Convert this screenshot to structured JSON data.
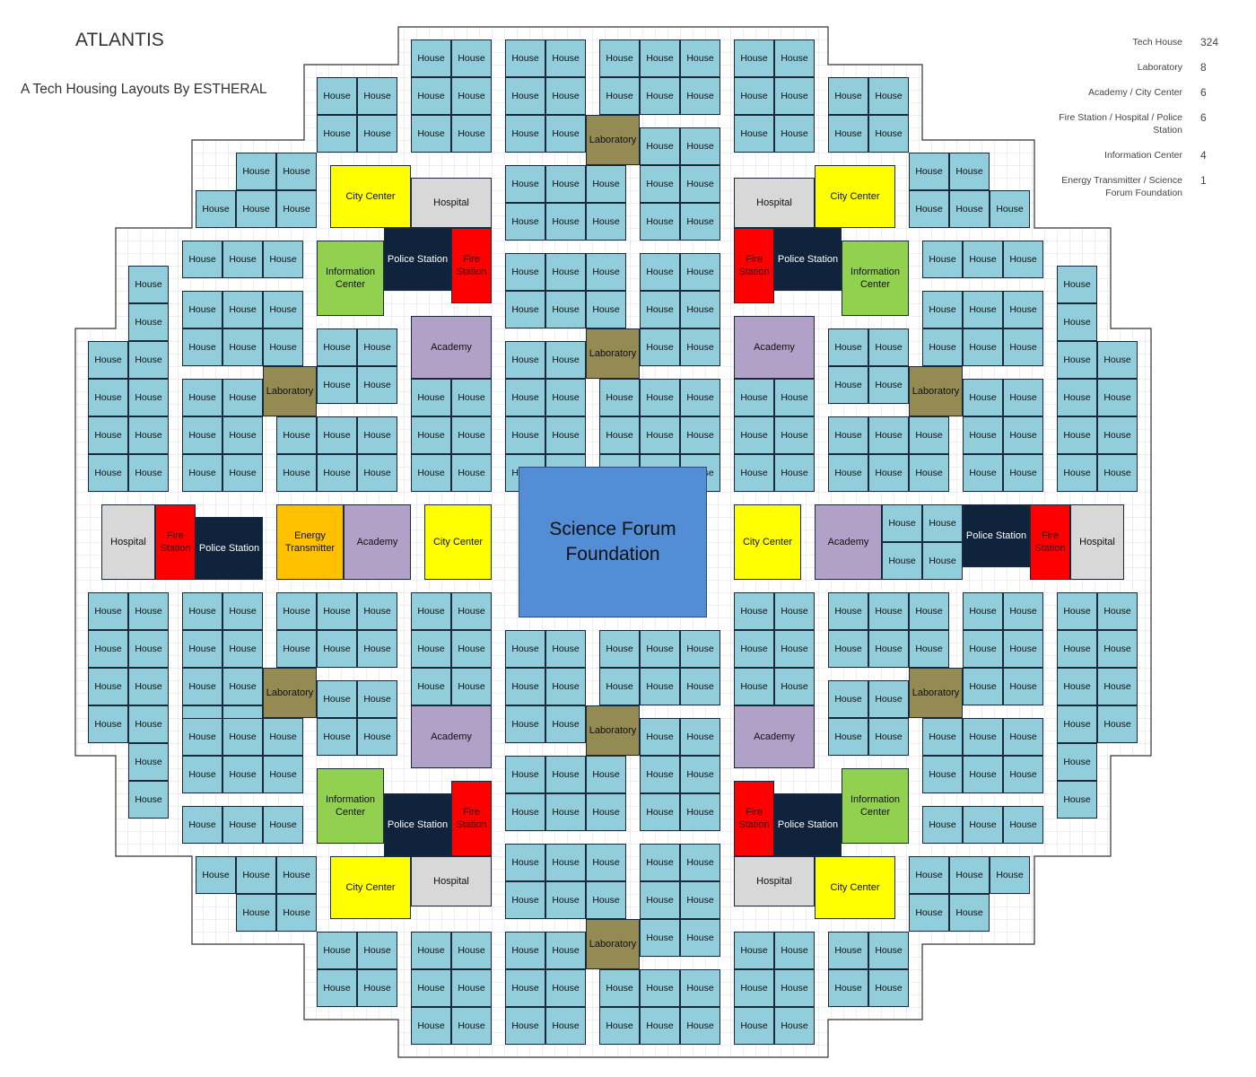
{
  "title": "ATLANTIS",
  "subtitle": "A Tech Housing Layouts By ESTHERAL",
  "legend": [
    {
      "label": "Tech House",
      "count": "324"
    },
    {
      "label": "Laboratory",
      "count": "8"
    },
    {
      "label": "Academy / City Center",
      "count": "6"
    },
    {
      "label": "Fire Station / Hospital / Police Station",
      "count": "6"
    },
    {
      "label": "Information Center",
      "count": "4"
    },
    {
      "label": "Energy Transmitter / Science Forum Foundation",
      "count": "1"
    }
  ],
  "buildings": {
    "house": "House",
    "laboratory": "Laboratory",
    "hospital": "Hospital",
    "city_center": "City Center",
    "police_station": "Police Station",
    "fire_station": "Fire Station",
    "information_center": "Information Center",
    "academy": "Academy",
    "energy_transmitter": "Energy Transmitter",
    "science_forum": "Science Forum Foundation"
  },
  "colors": {
    "house": "#92cddc",
    "laboratory": "#948a54",
    "hospital": "#d8d8d8",
    "city_center": "#ffff00",
    "police_station": "#10233c",
    "fire_station": "#ff0000",
    "information_center": "#92d050",
    "academy": "#b1a0c7",
    "energy_transmitter": "#ffc000",
    "science_forum": "#538dd5",
    "grid": "#d9dde3"
  }
}
